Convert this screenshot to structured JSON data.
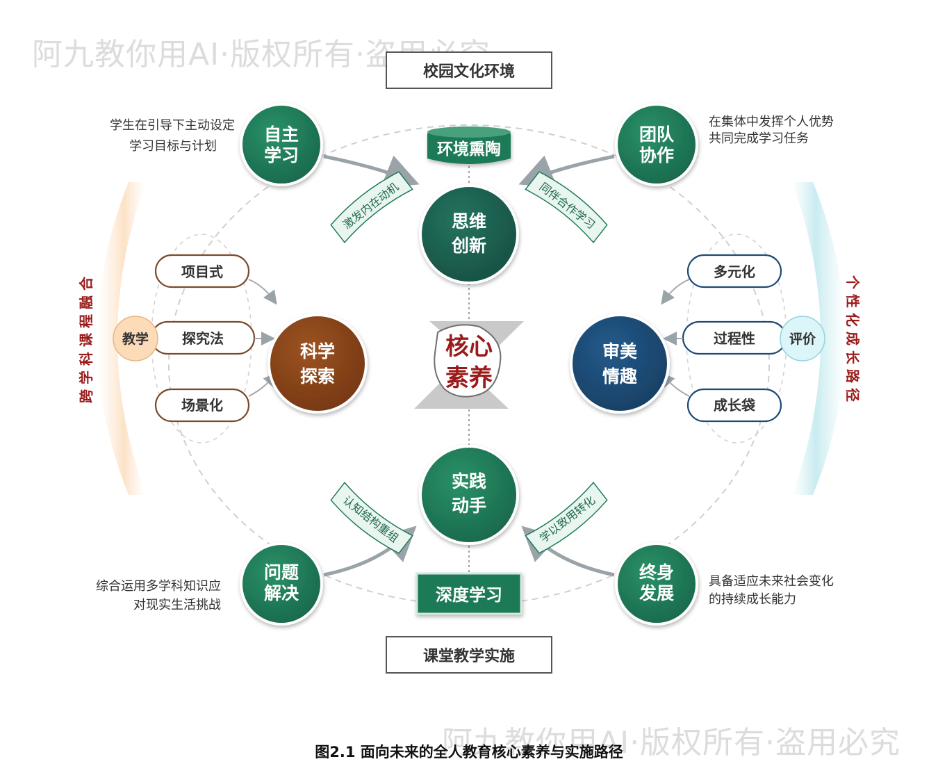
{
  "watermarks": {
    "top": "阿九教你用AI·版权所有·盗用必究",
    "bottom": "阿九教你用AI·版权所有·盗用必究"
  },
  "frame": {
    "top_box": "校园文化环境",
    "bottom_box": "课堂教学实施",
    "left_band": "跨学科课程融合",
    "right_band": "个性化成长路径"
  },
  "center": {
    "line1": "核心",
    "line2": "素养"
  },
  "top_axis": {
    "banner": "环境熏陶",
    "circle": {
      "line1": "思维",
      "line2": "创新"
    },
    "arrow_left": "激发内在动机",
    "arrow_right": "同伴合作学习"
  },
  "bottom_axis": {
    "banner": "深度学习",
    "circle": {
      "line1": "实践",
      "line2": "动手"
    },
    "arrow_left": "认知结构重组",
    "arrow_right": "学以致用转化"
  },
  "corners": {
    "top_left": {
      "line1": "自主",
      "line2": "学习",
      "desc1": "学生在引导下主动设定",
      "desc2": "学习目标与计划"
    },
    "top_right": {
      "line1": "团队",
      "line2": "协作",
      "desc1": "在集体中发挥个人优势",
      "desc2": "共同完成学习任务"
    },
    "bottom_left": {
      "line1": "问题",
      "line2": "解决",
      "desc1": "综合运用多学科知识应",
      "desc2": "对现实生活挑战"
    },
    "bottom_right": {
      "line1": "终身",
      "line2": "发展",
      "desc1": "具备适应未来社会变化",
      "desc2": "的持续成长能力"
    }
  },
  "left_group": {
    "circle": {
      "line1": "科学",
      "line2": "探索"
    },
    "tag": "教学",
    "items": [
      "项目式",
      "探究法",
      "场景化"
    ]
  },
  "right_group": {
    "circle": {
      "line1": "审美",
      "line2": "情趣"
    },
    "tag": "评价",
    "items": [
      "多元化",
      "过程性",
      "成长袋"
    ]
  },
  "caption": "图2.1 面向未来的全人教育核心素养与实施路径",
  "colors": {
    "green": "#1e7a56",
    "dark_green": "#1b5e4e",
    "brown": "#8a4318",
    "navy": "#1d4a74",
    "red": "#9b1b1b",
    "mint": "#e9f5ef"
  }
}
